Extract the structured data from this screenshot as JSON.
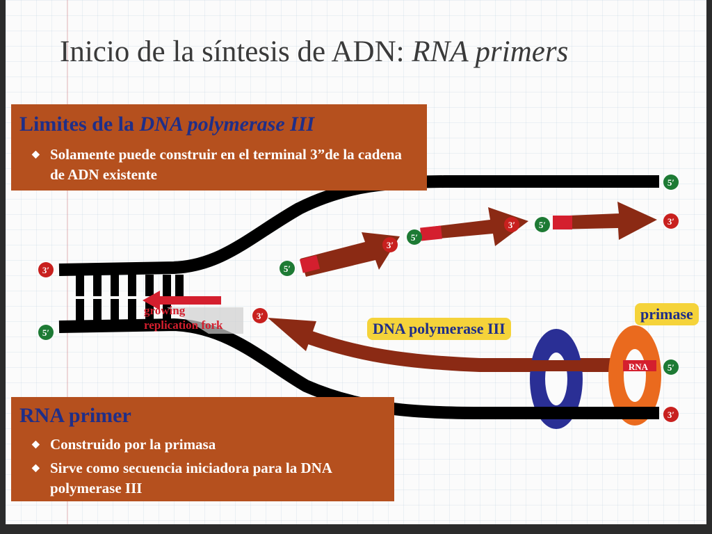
{
  "title": {
    "main": "Inicio de la síntesis de ADN: ",
    "italic": "RNA primers"
  },
  "box_top": {
    "header_prefix": "Limites de la ",
    "header_italic": "DNA polymerase III",
    "bullets": [
      "Solamente puede construir en el terminal 3”de la cadena de ADN existente"
    ]
  },
  "box_bottom": {
    "header": "RNA primer",
    "bullets": [
      "Construido por la primasa",
      "Sirve como secuencia iniciadora para la DNA polymerase III"
    ]
  },
  "diagram": {
    "fork_label_1": "growing",
    "fork_label_2": "replication fork",
    "primase_label": "primase",
    "polymerase_label": "DNA polymerase III",
    "rna_label": "RNA",
    "end_3": "3′",
    "end_5": "5′",
    "colors": {
      "strand": "#000000",
      "arrow": "#8b2a14",
      "primer": "#d41f2e",
      "end3": "#c8201e",
      "end5": "#1d7a34",
      "polymerase": "#2a2f95",
      "primase": "#ea6a1e",
      "box": "#b5501e",
      "label_box": "#f5d33a"
    }
  }
}
